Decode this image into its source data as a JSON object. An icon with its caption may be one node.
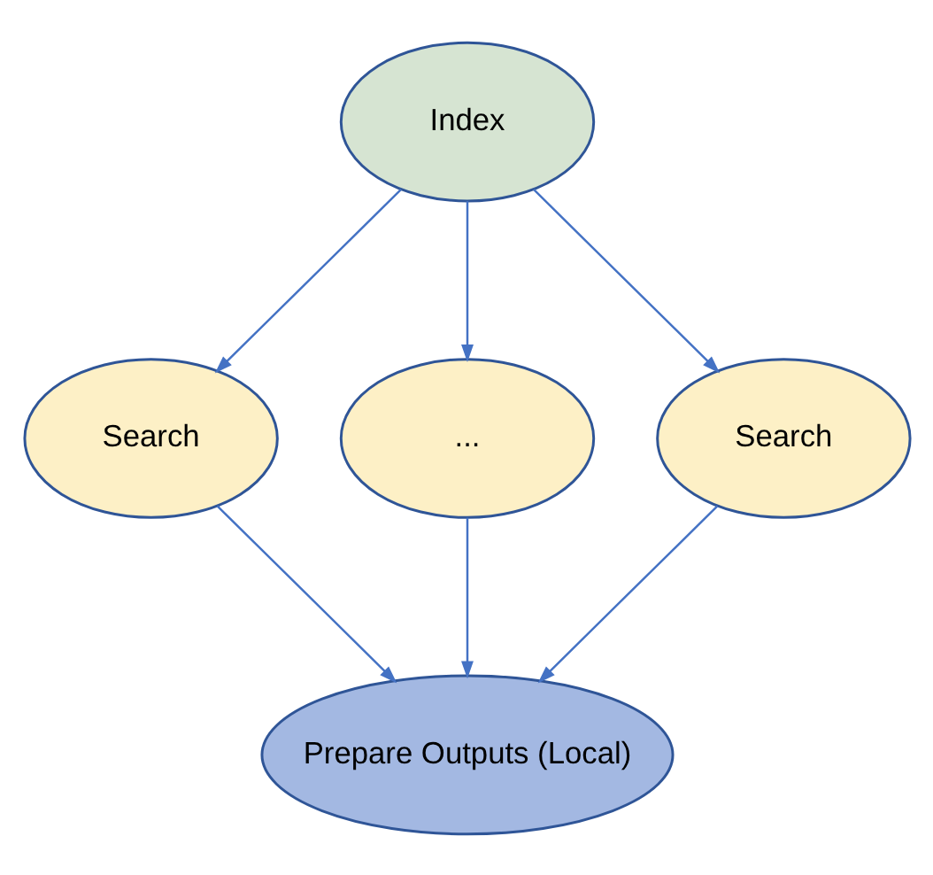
{
  "diagram": {
    "nodes": [
      {
        "text": [
          "Index"
        ]
      },
      {
        "text": [
          "Search"
        ]
      },
      {
        "text": [
          "..."
        ]
      },
      {
        "text": [
          "Search"
        ]
      },
      {
        "text": [
          "Prepare Outputs (Local)"
        ]
      }
    ],
    "edges": [
      {
        "from": 0,
        "to": 1,
        "arrow": "to"
      },
      {
        "from": 0,
        "to": 2,
        "arrow": "to"
      },
      {
        "from": 0,
        "to": 3,
        "arrow": "to"
      },
      {
        "from": 1,
        "to": 4,
        "arrow": "to"
      },
      {
        "from": 2,
        "to": 4,
        "arrow": "to"
      },
      {
        "from": 3,
        "to": 4,
        "arrow": "to"
      }
    ]
  }
}
